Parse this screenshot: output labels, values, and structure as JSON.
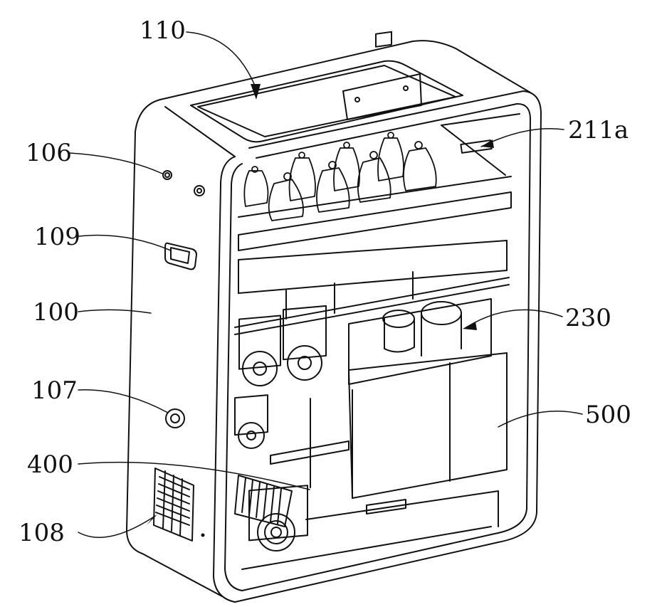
{
  "figure": {
    "labels": {
      "l110": "110",
      "l106": "106",
      "l109": "109",
      "l100": "100",
      "l107": "107",
      "l400": "400",
      "l108": "108",
      "l211a": "211a",
      "l230": "230",
      "l500": "500"
    }
  }
}
